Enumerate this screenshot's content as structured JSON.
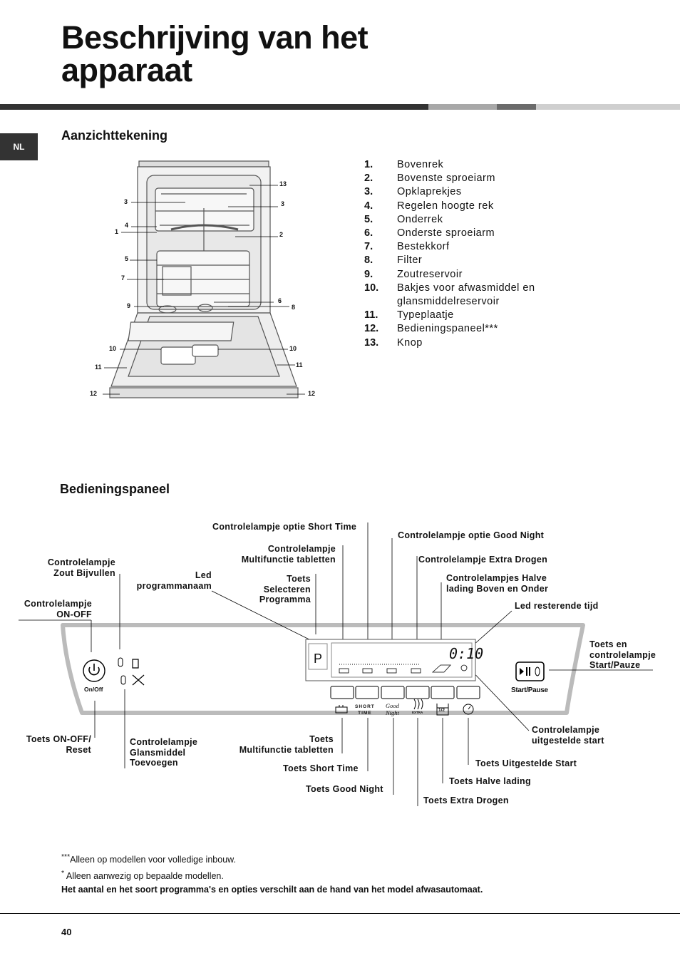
{
  "page": {
    "title_line1": "Beschrijving van het",
    "title_line2": "apparaat",
    "language_tab": "NL",
    "page_number": "40",
    "bar_colors": [
      "#333333",
      "#a8a8a8",
      "#6b6b6b",
      "#cfcfcf"
    ]
  },
  "section1": {
    "heading": "Aanzichttekening",
    "legend": [
      {
        "num": "1.",
        "text": "Bovenrek"
      },
      {
        "num": "2.",
        "text": "Bovenste sproeiarm"
      },
      {
        "num": "3.",
        "text": "Opklaprekjes"
      },
      {
        "num": "4.",
        "text": "Regelen hoogte rek"
      },
      {
        "num": "5.",
        "text": "Onderrek"
      },
      {
        "num": "6.",
        "text": "Onderste sproeiarm"
      },
      {
        "num": "7.",
        "text": "Bestekkorf"
      },
      {
        "num": "8.",
        "text": "Filter"
      },
      {
        "num": "9.",
        "text": "Zoutreservoir"
      },
      {
        "num": "10.",
        "text": "Bakjes voor afwasmiddel en glansmiddelreservoir"
      },
      {
        "num": "11.",
        "text": "Typeplaatje"
      },
      {
        "num": "12.",
        "text": "Bedieningspaneel***"
      },
      {
        "num": "13.",
        "text": "Knop"
      }
    ],
    "figure_numbers": [
      "13",
      "3",
      "3",
      "4",
      "1",
      "2",
      "5",
      "7",
      "6",
      "9",
      "8",
      "10",
      "10",
      "11",
      "11",
      "12",
      "12"
    ]
  },
  "section2": {
    "heading": "Bedieningspaneel",
    "labels": {
      "short_time_lamp": "Controlelampje optie Short Time",
      "good_night_lamp": "Controlelampje optie Good Night",
      "salt_lamp_1": "Controlelampje",
      "salt_lamp_2": "Zout Bijvullen",
      "multi_lamp_1": "Controlelampje",
      "multi_lamp_2": "Multifunctie tabletten",
      "extra_dry_lamp": "Controlelampje Extra Drogen",
      "led_prog_1": "Led",
      "led_prog_2": "programmanaam",
      "select_1": "Toets",
      "select_2": "Selecteren",
      "select_3": "Programma",
      "half_lamp_1": "Controlelampjes Halve",
      "half_lamp_2": "lading Boven en Onder",
      "onoff_lamp_1": "Controlelampje",
      "onoff_lamp_2": "ON-OFF",
      "led_time": "Led resterende tijd",
      "start_1": "Toets en",
      "start_2": "controlelampje",
      "start_3": "Start/Pauze",
      "onoff_key_1": "Toets ON-OFF/",
      "onoff_key_2": "Reset",
      "rinse_1": "Controlelampje",
      "rinse_2": "Glansmiddel",
      "rinse_3": "Toevoegen",
      "multi_key_1": "Toets",
      "multi_key_2": "Multifunctie tabletten",
      "delay_lamp_1": "Controlelampje",
      "delay_lamp_2": "uitgestelde start",
      "delay_key": "Toets Uitgestelde Start",
      "short_key": "Toets Short Time",
      "half_key": "Toets Halve lading",
      "good_key": "Toets Good Night",
      "extra_key": "Toets Extra Drogen"
    },
    "panel": {
      "onoff_caption": "On/Off",
      "start_caption": "Start/Pause",
      "display_prog": "P",
      "display_time": "0:10",
      "half_icon": "1/2",
      "extra_icon": "EXTRA",
      "short_icon_1": "SHORT",
      "short_icon_2": "TIME",
      "good_icon_1": "Good",
      "good_icon_2": "Night"
    }
  },
  "notes": {
    "note1_mark": "***",
    "note1": "Alleen op modellen voor volledige inbouw.",
    "note2_mark": "*",
    "note2": "Alleen aanwezig op bepaalde modellen.",
    "note3": "Het aantal en het soort programma's en opties verschilt aan de hand van het model afwasautomaat."
  }
}
